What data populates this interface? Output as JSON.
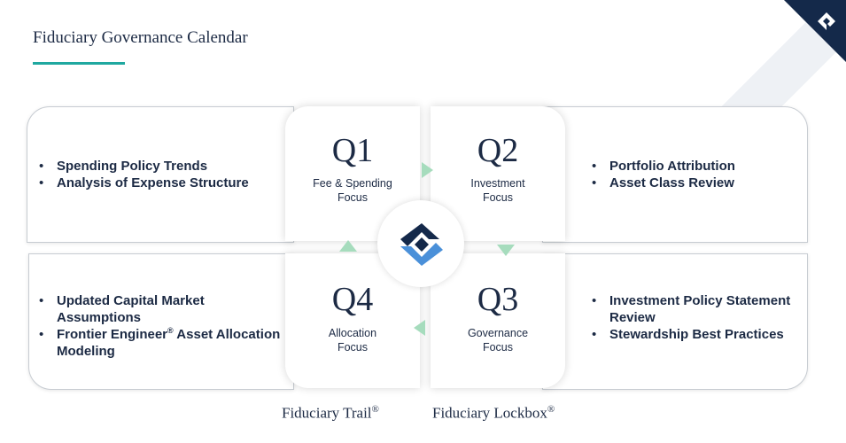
{
  "page": {
    "title": "Fiduciary Governance Calendar"
  },
  "colors": {
    "navy": "#1c2a44",
    "teal": "#1fa8a0",
    "arrow_green": "#a6dcbd",
    "logo_blue": "#4a90d9",
    "corner": "#14294a"
  },
  "quarters": [
    {
      "label": "Q1",
      "desc_line1": "Fee & Spending",
      "desc_line2": "Focus"
    },
    {
      "label": "Q2",
      "desc_line1": "Investment",
      "desc_line2": "Focus"
    },
    {
      "label": "Q3",
      "desc_line1": "Governance",
      "desc_line2": "Focus"
    },
    {
      "label": "Q4",
      "desc_line1": "Allocation",
      "desc_line2": "Focus"
    }
  ],
  "topics": {
    "q1": [
      "Spending Policy Trends",
      "Analysis of Expense Structure"
    ],
    "q2": [
      "Portfolio Attribution",
      "Asset Class Review"
    ],
    "q3": [
      "Investment Policy Statement Review",
      "Stewardship Best Practices"
    ],
    "q4": [
      "Updated Capital Market Assumptions",
      "Frontier Engineer",
      "®",
      "Asset Allocation Modeling"
    ]
  },
  "footer": {
    "left": "Fiduciary Trail",
    "right": "Fiduciary Lockbox",
    "reg": "®"
  }
}
